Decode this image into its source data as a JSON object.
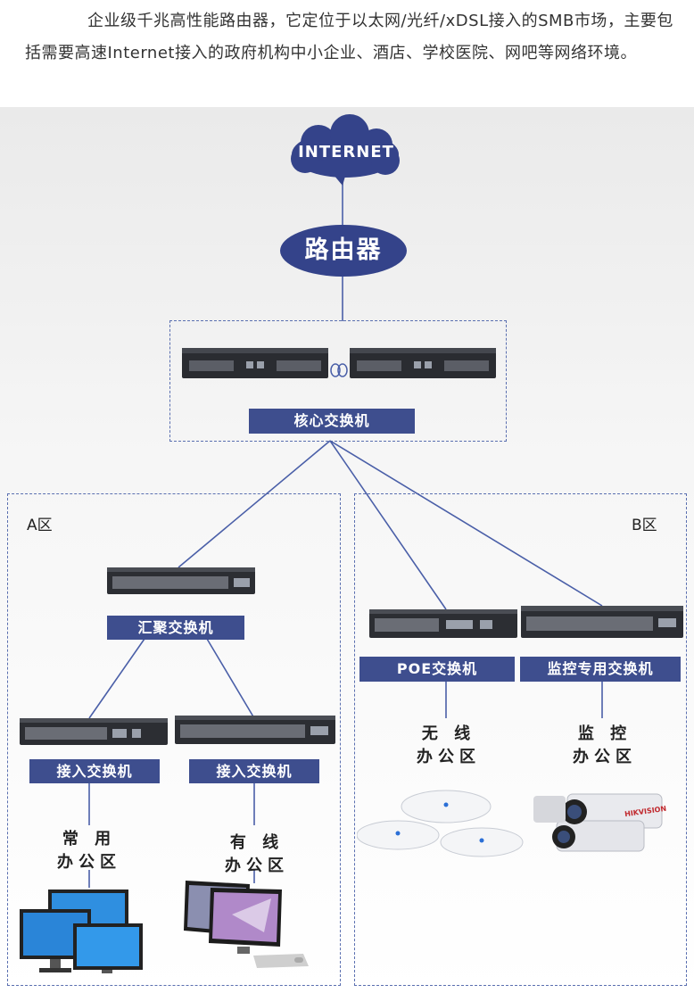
{
  "intro": {
    "text": "企业级千兆高性能路由器，它定位于以太网/光纤/xDSL接入的SMB市场，主要包括需要高速Internet接入的政府机构中小企业、酒店、学校医院、网吧等网络环境。"
  },
  "diagram": {
    "internet_label": "INTERNET",
    "router_label": "路由器",
    "core_switch_label": "核心交换机",
    "zone_a_label": "A区",
    "zone_b_label": "B区",
    "aggregation_switch_label": "汇聚交换机",
    "access_switch_1_label": "接入交换机",
    "access_switch_2_label": "接入交换机",
    "poe_switch_label": "POE交换机",
    "monitor_switch_label": "监控专用交换机",
    "office_common": [
      "常 用",
      "办公区"
    ],
    "office_wired": [
      "有 线",
      "办公区"
    ],
    "office_wireless": [
      "无 线",
      "办公区"
    ],
    "office_monitor": [
      "监 控",
      "办公区"
    ],
    "camera_brand": "HIKVISION",
    "colors": {
      "accent": "#34438a",
      "bar": "#3e4e8e",
      "line": "#4a5fa8"
    }
  }
}
